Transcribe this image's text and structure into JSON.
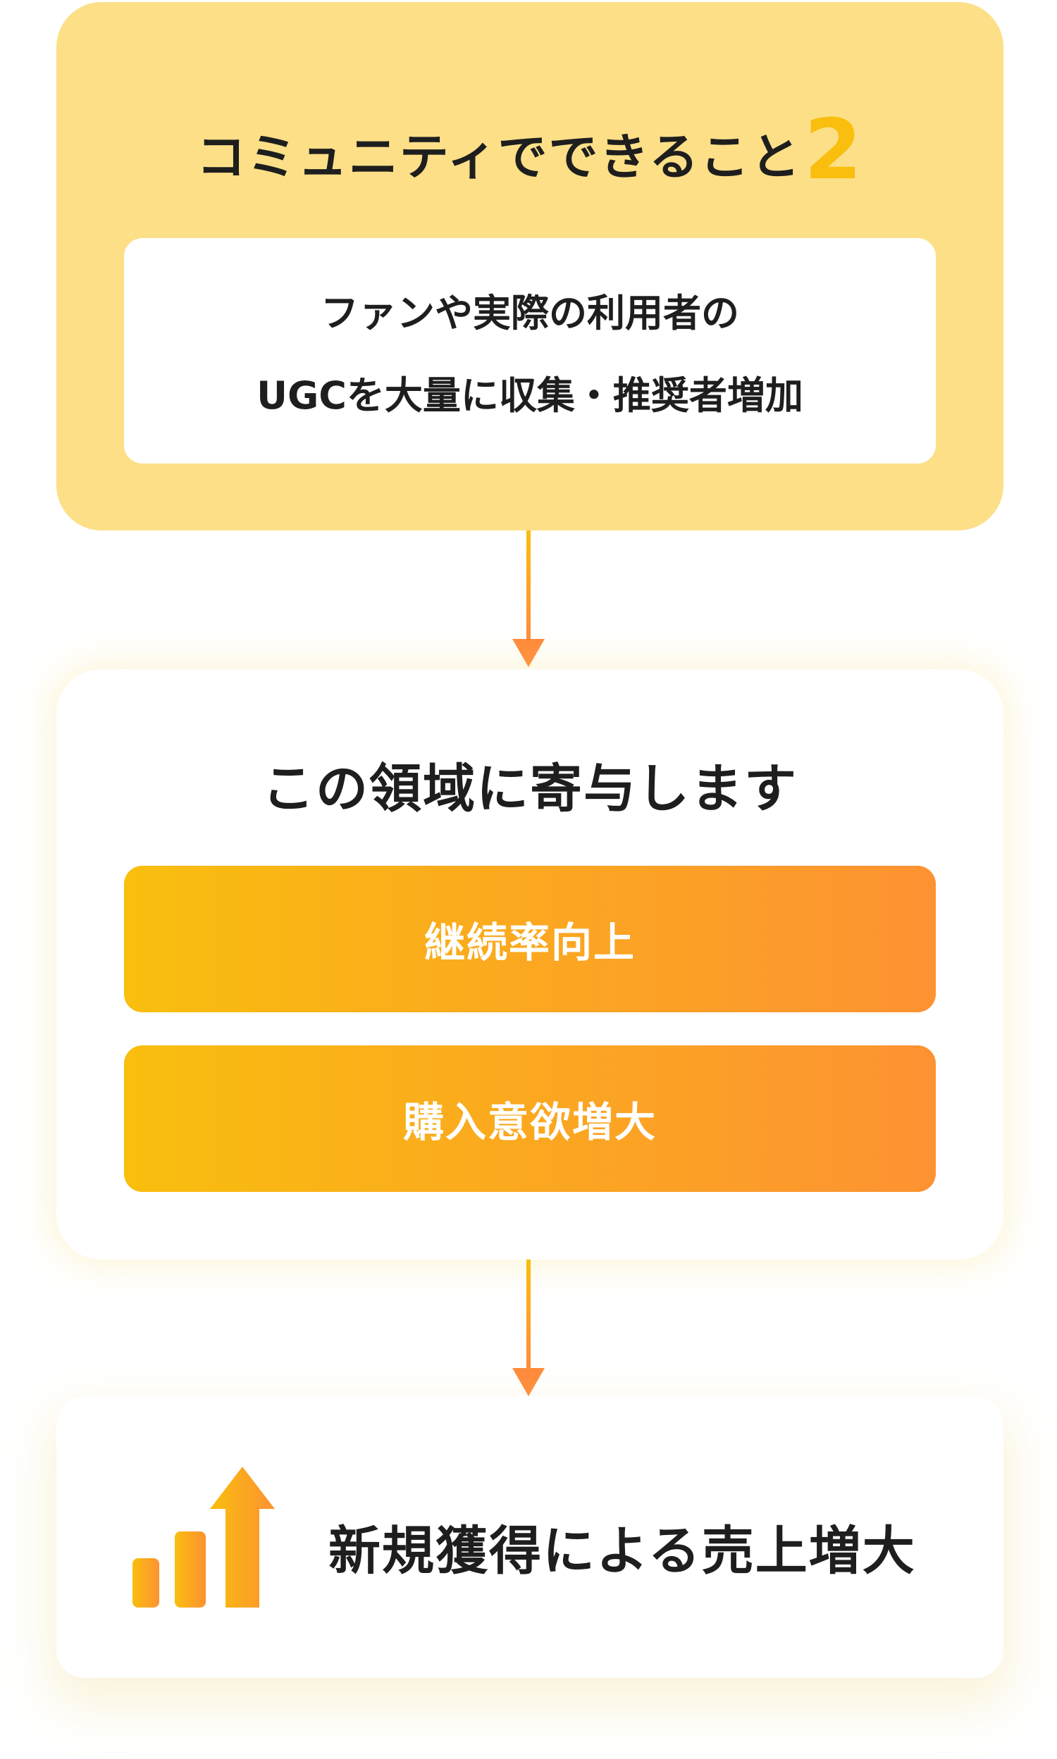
{
  "top": {
    "title": "コミュニティでできること",
    "number": "2",
    "lines": [
      "ファンや実際の利用者の",
      "UGCを大量に収集・推奨者増加"
    ]
  },
  "middle": {
    "title": "この領域に寄与します",
    "items": [
      "継続率向上",
      "購入意欲増大"
    ]
  },
  "bottom": {
    "icon": "growth-chart-icon",
    "text": "新規獲得による売上増大"
  },
  "colors": {
    "card_yellow": "#FCDF87",
    "accent_yellow": "#F9BE0E",
    "accent_orange": "#FF8A3A",
    "text": "#1e1e1e"
  }
}
